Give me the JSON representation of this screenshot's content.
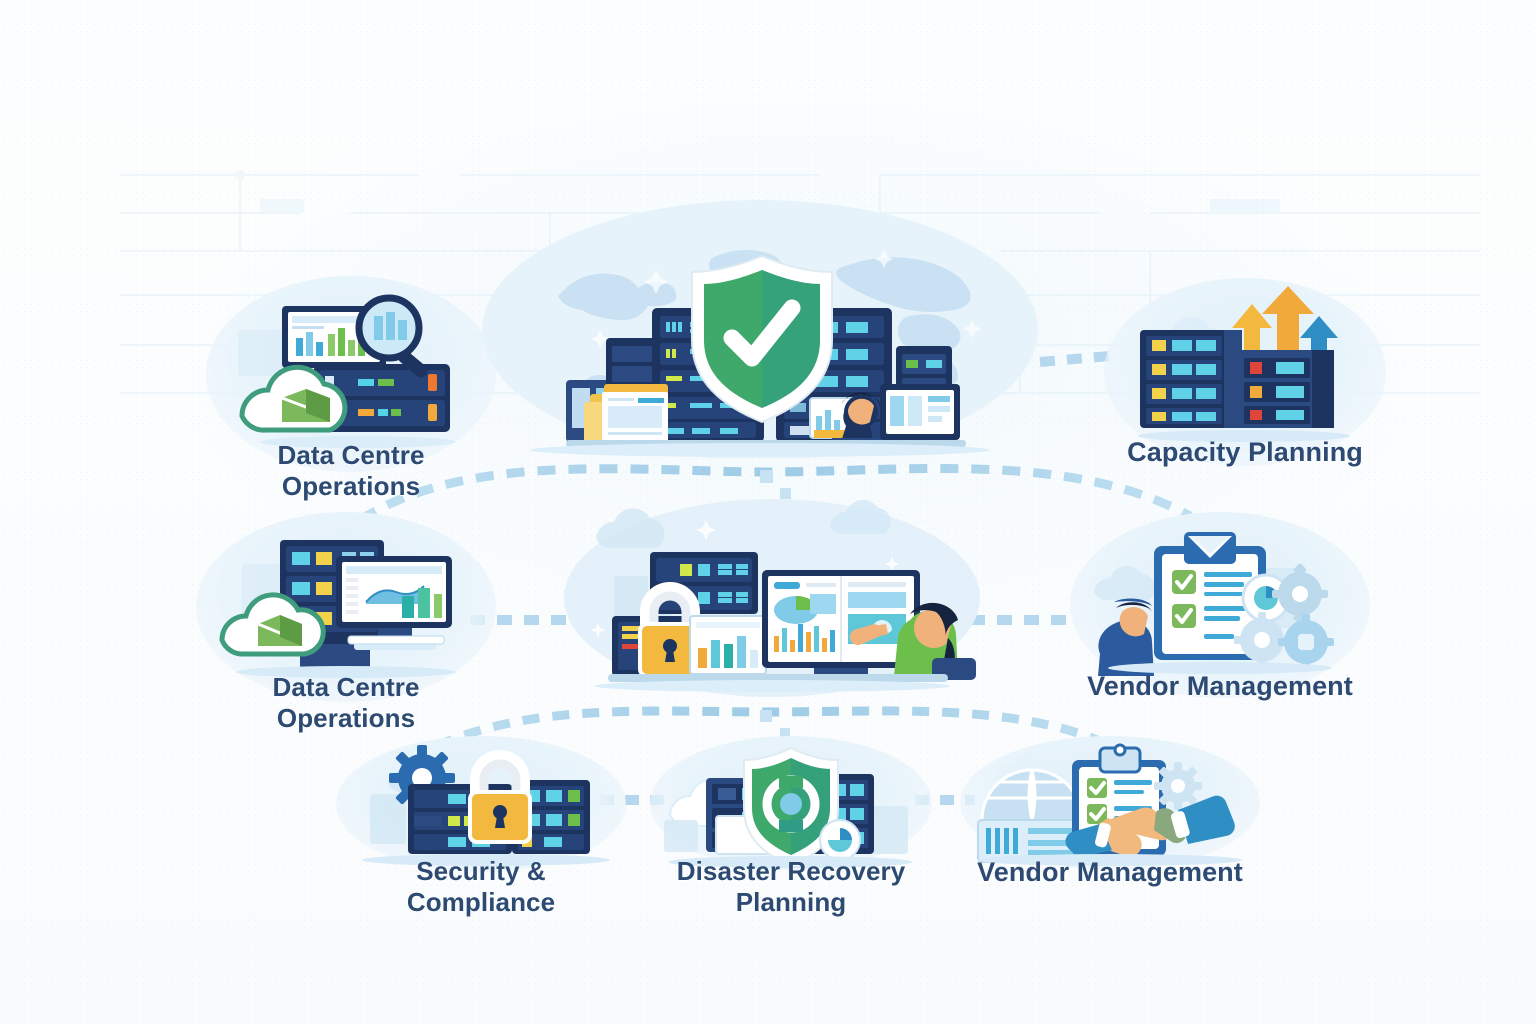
{
  "theme": {
    "background": "#fdfefe",
    "label_color": "#2d4a72",
    "blob_color": "#e5f2fa",
    "connector_color": "#a8d2ea",
    "rack_dark": "#1d3461",
    "rack_mid": "#2b4a82",
    "screen_blue": "#3fa9d8",
    "accent_green": "#6bb659",
    "accent_teal": "#1f9e9a",
    "accent_gold": "#f2b93e",
    "accent_orange": "#f0a93a",
    "shield_green": "#3fa86b",
    "white": "#ffffff"
  },
  "diagram": {
    "type": "capability-map",
    "rows": 3,
    "layout": "hub-and-spoke with dashed arc connectors"
  },
  "nodes": [
    {
      "id": "data-centre-operations-top",
      "label": "Data Centre\nOperations",
      "row": 1,
      "position": "left",
      "icons": [
        "dashboard-monitor-icon",
        "magnifier-icon",
        "cloud-icon",
        "server-rack-icon",
        "bar-chart-icon"
      ]
    },
    {
      "id": "hub-secure-data-centre",
      "label": "",
      "row": 1,
      "position": "center",
      "is_hub": true,
      "icons": [
        "world-map-icon",
        "server-rack-icon",
        "shield-check-icon",
        "folder-icon",
        "document-icon",
        "operator-person-icon",
        "monitor-icon"
      ]
    },
    {
      "id": "capacity-planning",
      "label": "Capacity Planning",
      "row": 1,
      "position": "right",
      "icons": [
        "server-rack-icon",
        "growth-arrow-up-icon",
        "cloud-icon"
      ]
    },
    {
      "id": "data-centre-operations-mid",
      "label": "Data Centre\nOperations",
      "row": 2,
      "position": "left",
      "icons": [
        "server-rack-icon",
        "dashboard-monitor-icon",
        "cloud-icon",
        "bar-chart-icon",
        "line-chart-icon"
      ]
    },
    {
      "id": "hub-monitoring-analytics",
      "label": "",
      "row": 2,
      "position": "center",
      "is_hub": true,
      "icons": [
        "server-rack-icon",
        "padlock-icon",
        "bar-chart-icon",
        "pie-chart-icon",
        "dashboard-monitor-icon",
        "analyst-person-icon"
      ]
    },
    {
      "id": "vendor-management-mid",
      "label": "Vendor Management",
      "row": 2,
      "position": "right",
      "icons": [
        "clipboard-icon",
        "checkmark-icon",
        "gear-icon",
        "pie-chart-icon",
        "person-icon"
      ]
    },
    {
      "id": "security-and-compliance",
      "label": "Security &\nCompliance",
      "row": 3,
      "position": "left",
      "icons": [
        "gear-icon",
        "padlock-icon",
        "server-rack-icon"
      ]
    },
    {
      "id": "disaster-recovery-planning",
      "label": "Disaster Recovery\nPlanning",
      "row": 3,
      "position": "center",
      "icons": [
        "shield-icon",
        "recovery-sync-icon",
        "cloud-icon",
        "server-rack-icon",
        "pie-chart-icon"
      ]
    },
    {
      "id": "vendor-management-bottom",
      "label": "Vendor Management",
      "row": 3,
      "position": "right",
      "icons": [
        "globe-icon",
        "clipboard-icon",
        "checkmark-icon",
        "handshake-icon",
        "gear-icon"
      ]
    }
  ],
  "connectors": [
    {
      "id": "arc-top",
      "from": "data-centre-operations-top",
      "to": "capacity-planning",
      "style": "dashed-arc"
    },
    {
      "id": "arc-bottom",
      "from": "data-centre-operations-mid",
      "to": "vendor-management-mid",
      "style": "dashed-arc"
    },
    {
      "id": "link-mid-left",
      "from": "data-centre-operations-mid",
      "to": "hub-monitoring-analytics",
      "style": "dashed-line"
    },
    {
      "id": "link-mid-right",
      "from": "hub-monitoring-analytics",
      "to": "vendor-management-mid",
      "style": "dashed-line"
    },
    {
      "id": "link-top-right",
      "from": "hub-secure-data-centre",
      "to": "capacity-planning",
      "style": "dashed-line"
    },
    {
      "id": "link-bottom-left",
      "from": "security-and-compliance",
      "to": "disaster-recovery-planning",
      "style": "dashed-line"
    },
    {
      "id": "link-bottom-right",
      "from": "disaster-recovery-planning",
      "to": "vendor-management-bottom",
      "style": "dashed-line"
    }
  ]
}
